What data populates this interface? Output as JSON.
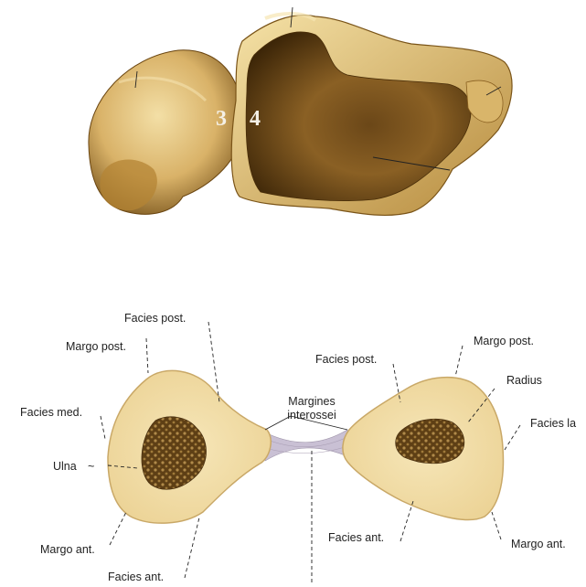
{
  "top_specimen": {
    "numbers": [
      "3",
      "4"
    ]
  },
  "cross_section": {
    "labels": {
      "ulna_facies_post": "Facies post.",
      "ulna_margo_post": "Margo post.",
      "ulna_facies_med": "Facies med.",
      "ulna": "Ulna",
      "ulna_margo_ant": "Margo ant.",
      "ulna_facies_ant": "Facies ant.",
      "margines_line1": "Margines",
      "margines_line2": "interossei",
      "radius_facies_post": "Facies post.",
      "radius_margo_post": "Margo post.",
      "radius": "Radius",
      "radius_facies_lat": "Facies la",
      "radius_facies_ant": "Facies ant.",
      "radius_margo_ant": "Margo ant."
    }
  },
  "colors": {
    "bone_fill": "#f0dca6",
    "bone_edge": "#c9a867",
    "marrow": "#6b4a1c",
    "membrane": "#c8bfd0",
    "specimen_light": "#e2c27a",
    "specimen_dark": "#5a3a10"
  }
}
